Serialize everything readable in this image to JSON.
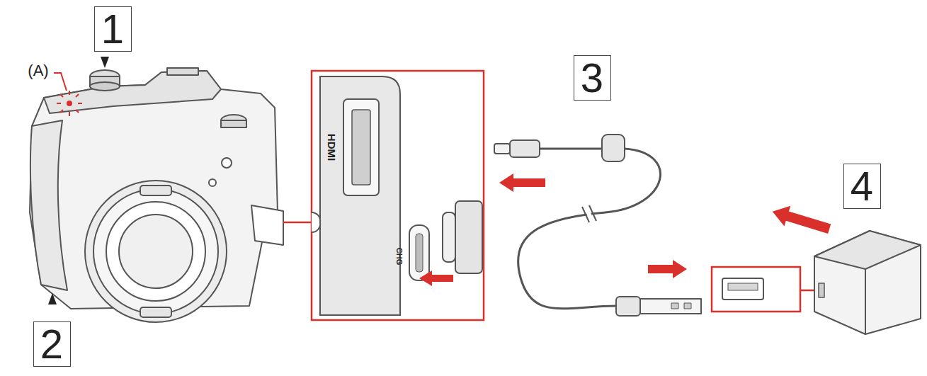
{
  "diagram": {
    "nodes": [
      {
        "text": [
          "1"
        ]
      },
      {
        "text": [
          "2"
        ]
      },
      {
        "text": [
          "3"
        ]
      },
      {
        "text": [
          "4"
        ]
      }
    ],
    "labels": [
      "(A)",
      "HDMI",
      "CHG"
    ]
  }
}
